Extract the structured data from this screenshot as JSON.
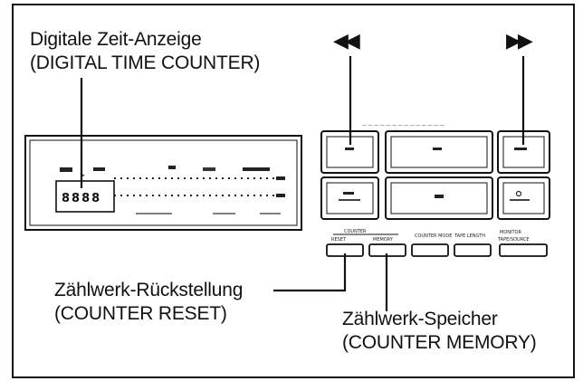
{
  "callouts": {
    "time_counter_de": "Digitale Zeit-Anzeige",
    "time_counter_en": "(DIGITAL TIME COUNTER)",
    "counter_reset_de": "Zählwerk-Rückstellung",
    "counter_reset_en": "(COUNTER RESET)",
    "counter_memory_de": "Zählwerk-Speicher",
    "counter_memory_en": "(COUNTER MEMORY)"
  },
  "direction_arrows": {
    "rewind": "◀◀",
    "fast_forward": "▶▶"
  },
  "display": {
    "counter_digits": "8888"
  },
  "button_row_labels": {
    "counter_top": "COUNTER",
    "reset": "RESET",
    "memory": "MEMORY",
    "counter_mode": "COUNTER MODE",
    "tape_length": "TAPE LENGTH",
    "monitor": "MONITOR",
    "tape_source": "TAPE/SOURCE"
  },
  "colors": {
    "line": "#111111",
    "panel_bg": "#ffffff"
  }
}
